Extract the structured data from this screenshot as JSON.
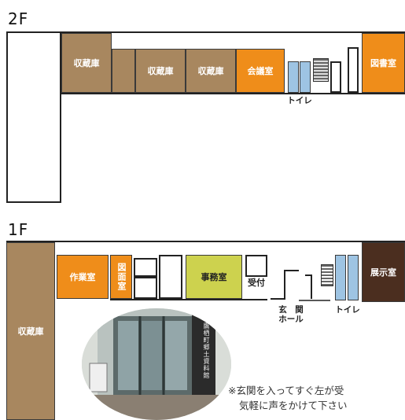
{
  "floor2": {
    "label": "2F",
    "rooms": {
      "storage_a": "収蔵庫",
      "storage_b": "収蔵庫",
      "storage_c": "収蔵庫",
      "meeting": "会議室",
      "library": "図書室"
    },
    "toilet": "トイレ"
  },
  "floor1": {
    "label": "1F",
    "rooms": {
      "storage": "収蔵庫",
      "workroom": "作業室",
      "drawing": "図面室",
      "office": "事務室",
      "reception": "受付",
      "exhibition": "展示室"
    },
    "entrance_hall": [
      "玄　関",
      "ホール"
    ],
    "toilet": "トイレ"
  },
  "note": {
    "line1": "※玄関を入ってすぐ左が受",
    "line2": "気軽に声をかけて下さい"
  },
  "photo": {
    "signboard": "鷹栖町郷土資料館"
  },
  "colors": {
    "storage": "#a8875f",
    "accent_orange": "#ef8d1a",
    "office": "#cdd24e",
    "exhibition": "#4b2e1f",
    "toilet": "#9ec4e3"
  }
}
